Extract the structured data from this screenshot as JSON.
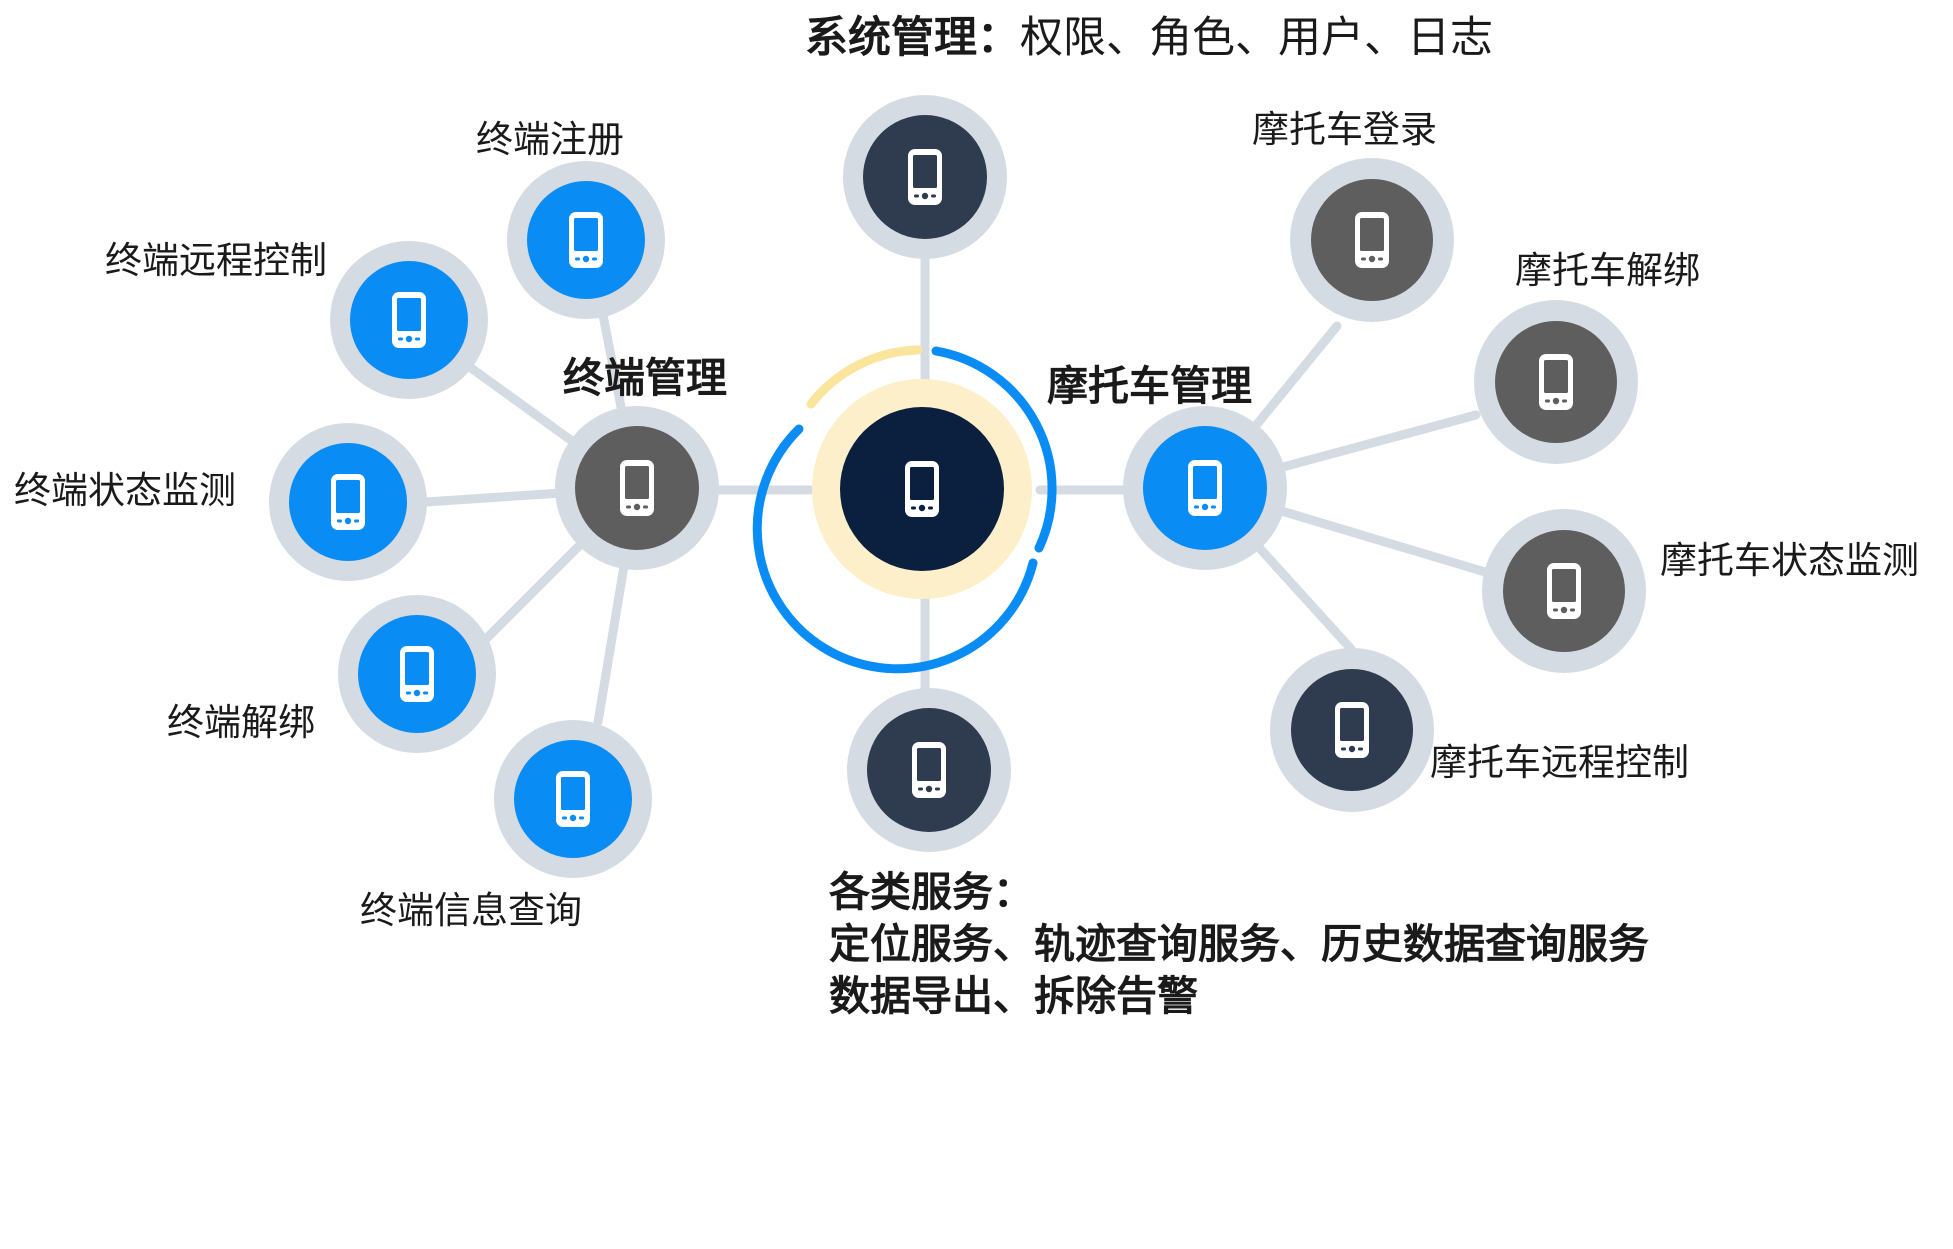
{
  "colors": {
    "blue": "#0A8CF5",
    "gray": "#5E5E5E",
    "dark": "#2F3B4E",
    "navy": "#0B1F3E",
    "ring": "#D5DBE3",
    "line": "#D5DBE3",
    "center_inner_ring": "#FCEFC9",
    "center_arc_blue": "#0A8CF5",
    "center_arc_yellow": "#FBE49C"
  },
  "icon": "mobile-phone-icon",
  "center": {
    "label": ""
  },
  "hubs": {
    "terminal": {
      "label": "终端管理"
    },
    "moto": {
      "label": "摩托车管理"
    }
  },
  "system": {
    "title_bold": "系统管理：",
    "title_rest": "权限、角色、用户、日志"
  },
  "services": {
    "line1": "各类服务：",
    "line2": "定位服务、轨迹查询服务、历史数据查询服务",
    "line3": "数据导出、拆除告警"
  },
  "terminal_nodes": [
    {
      "id": "register",
      "label": "终端注册",
      "color": "blue"
    },
    {
      "id": "remote",
      "label": "终端远程控制",
      "color": "blue"
    },
    {
      "id": "status",
      "label": "终端状态监测",
      "color": "blue"
    },
    {
      "id": "unbind",
      "label": "终端解绑",
      "color": "blue"
    },
    {
      "id": "info",
      "label": "终端信息查询",
      "color": "blue"
    }
  ],
  "moto_nodes": [
    {
      "id": "login",
      "label": "摩托车登录",
      "color": "gray"
    },
    {
      "id": "unbind",
      "label": "摩托车解绑",
      "color": "gray"
    },
    {
      "id": "status",
      "label": "摩托车状态监测",
      "color": "gray"
    },
    {
      "id": "remote",
      "label": "摩托车远程控制",
      "color": "dark"
    }
  ]
}
